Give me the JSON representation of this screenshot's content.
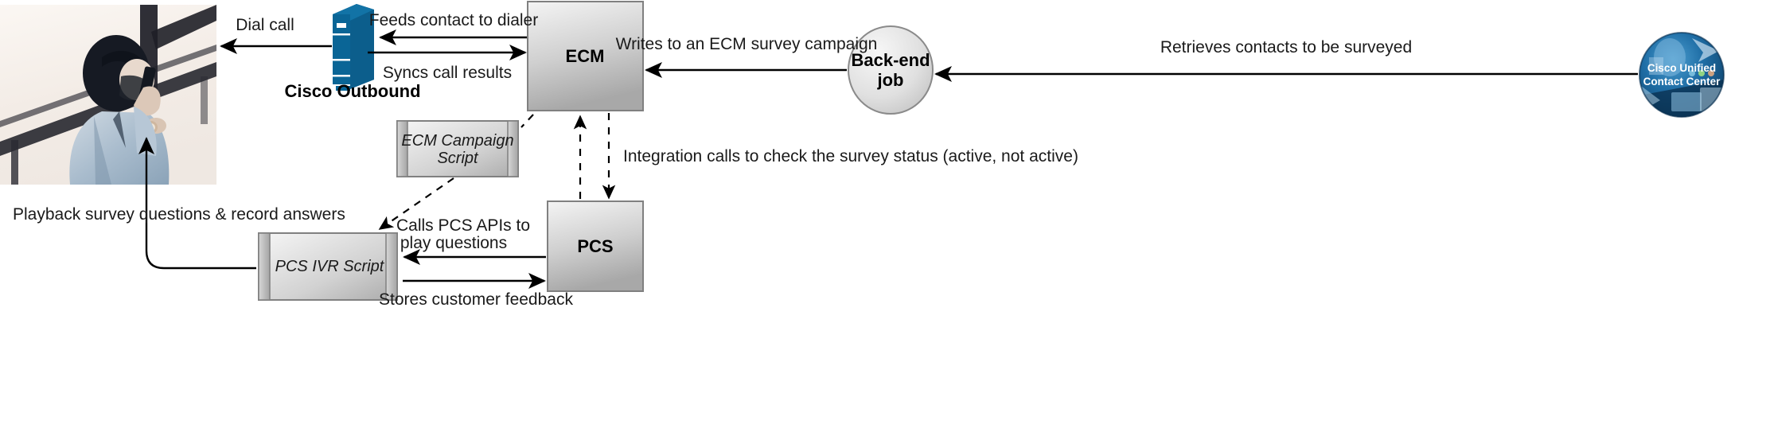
{
  "diagram": {
    "title": "Cisco Outbound survey architecture flow",
    "colors": {
      "server_blue": "#0a6596",
      "server_blue_dark": "#0a4f78",
      "box_fill_light": "#f2f2f2",
      "box_fill_dark": "#aeaeae",
      "box_stroke": "#808080",
      "line": "#000000",
      "logo_blue": "#1b5f93"
    },
    "nodes": [
      {
        "id": "customer-photo",
        "type": "image",
        "label": ""
      },
      {
        "id": "cisco-outbound",
        "type": "server-icon",
        "label": "Cisco Outbound"
      },
      {
        "id": "ecm",
        "type": "box",
        "label": "ECM"
      },
      {
        "id": "backend-job",
        "type": "ellipse",
        "label": "Back-end job",
        "line1": "Back-end",
        "line2": "job"
      },
      {
        "id": "cisco-uccx-logo",
        "type": "logo",
        "line1": "Cisco Unified",
        "line2": "Contact Center"
      },
      {
        "id": "ecm-campaign-script",
        "type": "predefined-process",
        "line1": "ECM Campaign",
        "line2": "Script"
      },
      {
        "id": "pcs-ivr-script",
        "type": "predefined-process",
        "line1": "PCS IVR Script",
        "line2": ""
      },
      {
        "id": "pcs",
        "type": "box",
        "label": "PCS"
      }
    ],
    "edges": [
      {
        "id": "dial-call",
        "label": "Dial call",
        "from": "cisco-outbound",
        "to": "customer-photo",
        "style": "solid"
      },
      {
        "id": "feeds-contact",
        "label": "Feeds contact to dialer",
        "from": "ecm",
        "to": "cisco-outbound",
        "style": "solid"
      },
      {
        "id": "syncs-results",
        "label": "Syncs call results",
        "from": "cisco-outbound",
        "to": "ecm",
        "style": "solid"
      },
      {
        "id": "writes-campaign",
        "label": "Writes to an ECM survey campaign",
        "from": "backend-job",
        "to": "ecm",
        "style": "solid"
      },
      {
        "id": "retrieves-contacts",
        "label": "Retrieves contacts to be surveyed",
        "from": "cisco-uccx-logo",
        "to": "backend-job",
        "style": "solid"
      },
      {
        "id": "integration-calls",
        "label": "Integration calls to check the survey status (active, not active)",
        "from": "pcs",
        "to": "ecm",
        "style": "dashed"
      },
      {
        "id": "calls-pcs-apis",
        "label": "Calls PCS APIs to play questions",
        "line1": "Calls PCS APIs to",
        "line2": "play questions",
        "from": "pcs",
        "to": "pcs-ivr-script",
        "style": "solid"
      },
      {
        "id": "stores-feedback",
        "label": "Stores customer feedback",
        "from": "pcs-ivr-script",
        "to": "pcs",
        "style": "solid"
      },
      {
        "id": "playback-survey",
        "label": "Playback survey questions & record answers",
        "from": "pcs-ivr-script",
        "to": "customer-photo",
        "style": "solid"
      },
      {
        "id": "ecm-to-campaign-script",
        "label": "",
        "from": "ecm",
        "to": "ecm-campaign-script",
        "style": "dashed"
      },
      {
        "id": "campaign-script-to-ivr",
        "label": "",
        "from": "ecm-campaign-script",
        "to": "pcs-ivr-script",
        "style": "dashed"
      }
    ],
    "labels": {
      "dial_call": "Dial call",
      "feeds_contact_to_dialer": "Feeds contact to dialer",
      "syncs_call_results": "Syncs call results",
      "cisco_outbound": "Cisco Outbound",
      "ecm": "ECM",
      "writes_to_ecm_survey_campaign": "Writes to an ECM survey campaign",
      "backend_job_line1": "Back-end",
      "backend_job_line2": "job",
      "retrieves_contacts": "Retrieves contacts to be surveyed",
      "logo_line1": "Cisco Unified",
      "logo_line2": "Contact Center",
      "ecm_campaign_script_line1": "ECM Campaign",
      "ecm_campaign_script_line2": "Script",
      "integration_calls": "Integration calls to check the survey status (active, not active)",
      "pcs_ivr_script": "PCS IVR Script",
      "calls_pcs_apis_line1": "Calls PCS APIs to",
      "calls_pcs_apis_line2": "play questions",
      "pcs": "PCS",
      "stores_customer_feedback": "Stores customer feedback",
      "playback_survey": "Playback survey questions & record answers"
    }
  }
}
